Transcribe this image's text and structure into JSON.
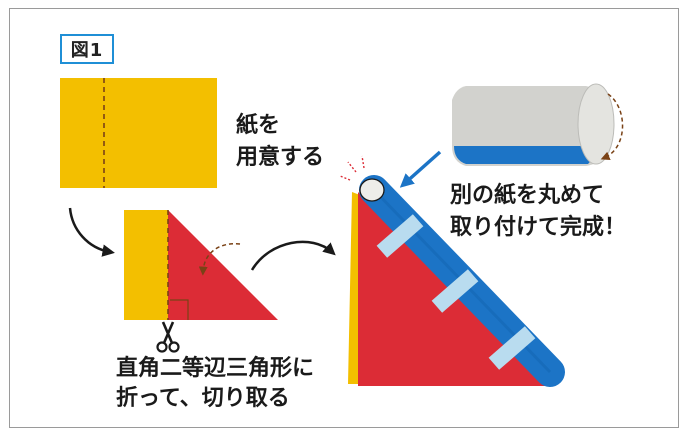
{
  "figure_label": "図1",
  "step1": {
    "line1": "紙を",
    "line2": "用意する"
  },
  "step2": {
    "line1": "直角二等辺三角形に",
    "line2": "折って、切り取る"
  },
  "step3": {
    "line1": "別の紙を丸めて",
    "line2": "取り付けて完成！"
  },
  "colors": {
    "yellow": "#f3bf00",
    "red": "#dc2c36",
    "blue": "#1c74c6",
    "tape": "#b9dcef",
    "gray": "#d2d2ce",
    "brown": "#7a4216",
    "frame": "#1f8fd6"
  }
}
